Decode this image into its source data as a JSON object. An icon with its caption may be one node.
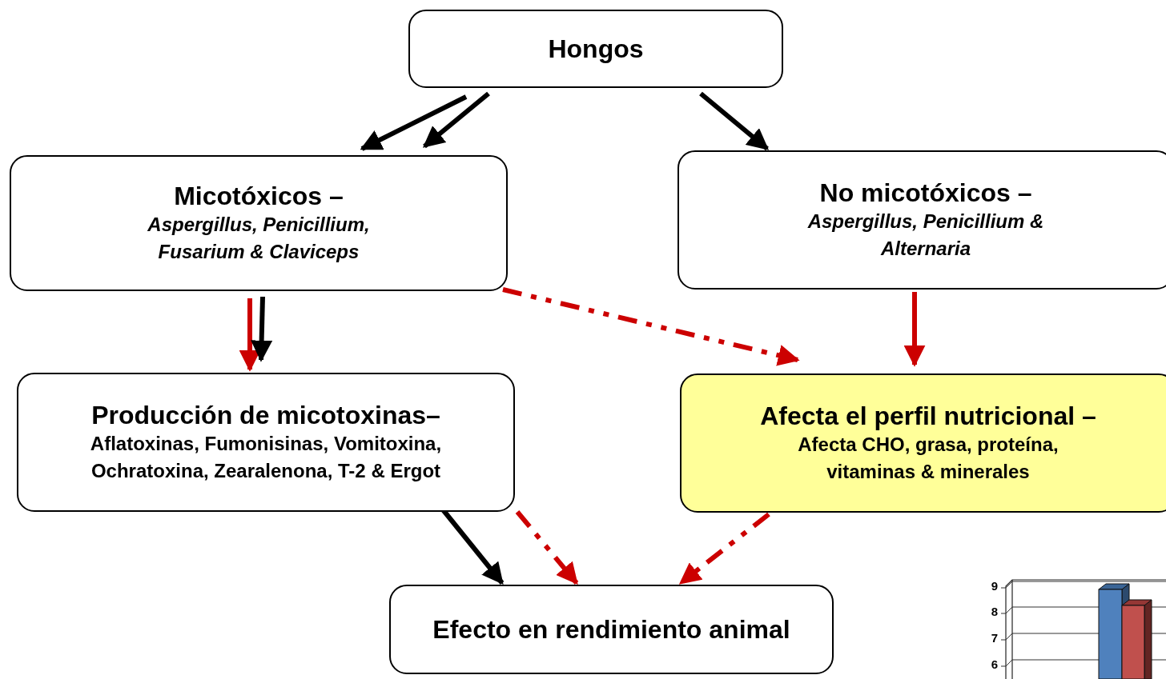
{
  "diagram": {
    "nodes": [
      {
        "text": [
          "Hongos"
        ]
      },
      {
        "text": [
          "Micotóxicos –",
          "Aspergillus, Penicillium, Fusarium & Claviceps"
        ]
      },
      {
        "text": [
          "No micotóxicos –",
          "Aspergillus, Penicillium & Alternaria"
        ]
      },
      {
        "text": [
          "Producción de micotoxinas–",
          "Aflatoxinas, Fumonisinas, Vomitoxina, Ochratoxina, Zearalenona, T-2 & Ergot"
        ]
      },
      {
        "text": [
          "Afecta el perfil nutricional –",
          "Afecta CHO, grasa, proteína, vitaminas & minerales"
        ]
      },
      {
        "text": [
          "Efecto en rendimiento animal"
        ]
      }
    ],
    "edges": [
      {
        "from": 0,
        "to": 1,
        "arrow": "to"
      },
      {
        "from": 0,
        "to": 1,
        "arrow": "to"
      },
      {
        "from": 0,
        "to": 2,
        "arrow": "to"
      },
      {
        "from": 1,
        "to": 3,
        "arrow": "to",
        "color": "#cc0000"
      },
      {
        "from": 1,
        "to": 3,
        "arrow": "to"
      },
      {
        "from": 1,
        "to": 4,
        "arrow": "to",
        "style": "dashed",
        "color": "#cc0000"
      },
      {
        "from": 2,
        "to": 4,
        "arrow": "to",
        "color": "#cc0000"
      },
      {
        "from": 3,
        "to": 5,
        "arrow": "to"
      },
      {
        "from": 3,
        "to": 5,
        "arrow": "to",
        "style": "dashed",
        "color": "#cc0000"
      },
      {
        "from": 4,
        "to": 5,
        "arrow": "to",
        "style": "dashed",
        "color": "#cc0000"
      }
    ],
    "labels": [
      "9",
      "8",
      "7",
      "6"
    ]
  }
}
